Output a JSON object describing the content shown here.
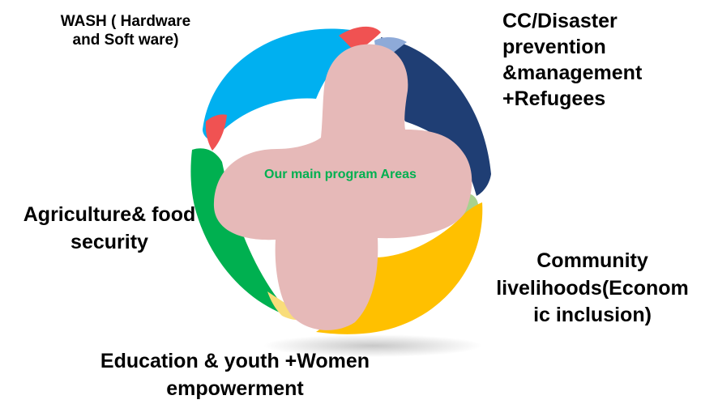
{
  "center_label": "Our main program Areas",
  "areas": [
    {
      "id": "wash",
      "lines": [
        "WASH ( Hardware",
        "and Soft ware)"
      ],
      "color": "#00b0f0"
    },
    {
      "id": "cc",
      "lines": [
        "CC/Disaster",
        "prevention",
        "&management",
        "+Refugees"
      ],
      "color": "#1f3e74"
    },
    {
      "id": "agriculture",
      "lines": [
        "Agriculture& food",
        "security"
      ],
      "color": "#00b050"
    },
    {
      "id": "community",
      "lines": [
        "Community",
        "livelihoods(Econom",
        "ic inclusion)"
      ],
      "color": "#ffc000"
    },
    {
      "id": "education",
      "lines": [
        "Education & youth +Women",
        "empowerment"
      ],
      "color": "#f9dd7a"
    }
  ],
  "colors": {
    "cross": "#e6b9b8",
    "center_text": "#00b050",
    "accent_red": "#f05252",
    "accent_light_green": "#a9d18e",
    "accent_light_blue": "#8eaad8"
  }
}
